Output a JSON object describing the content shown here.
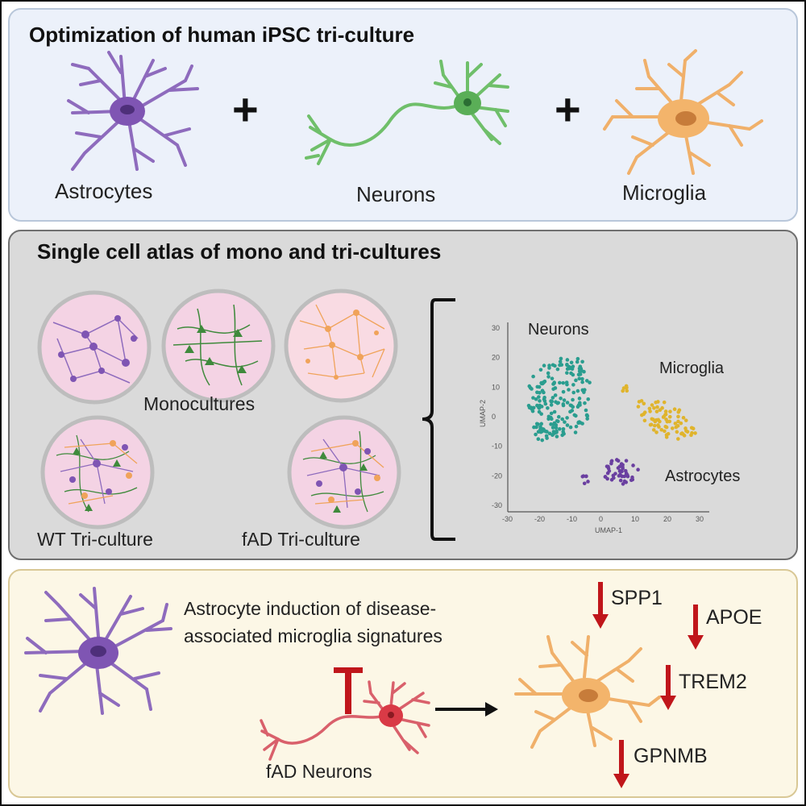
{
  "panel1": {
    "title": "Optimization of human iPSC tri-culture",
    "cells": [
      "Astrocytes",
      "Neurons",
      "Microglia"
    ],
    "plus": "+"
  },
  "panel2": {
    "title": "Single cell atlas of mono and tri-cultures",
    "monocultures_label": "Monocultures",
    "wt_label": "WT Tri-culture",
    "fad_label": "fAD Tri-culture",
    "umap": {
      "xlabel": "UMAP-1",
      "ylabel": "UMAP-2",
      "x_ticks": [
        "-30",
        "-20",
        "-10",
        "0",
        "10",
        "20",
        "30"
      ],
      "y_ticks": [
        "30",
        "20",
        "10",
        "0",
        "-10",
        "-20",
        "-30"
      ],
      "cluster_labels": [
        "Neurons",
        "Microglia",
        "Astrocytes"
      ],
      "colors": {
        "neurons": "#2a9d8f",
        "microglia": "#e0b42c",
        "astrocytes": "#6a3fa0"
      }
    }
  },
  "panel3": {
    "text_line1": "Astrocyte induction of disease-",
    "text_line2": "associated microglia signatures",
    "fad_neurons": "fAD Neurons",
    "genes": [
      "SPP1",
      "APOE",
      "TREM2",
      "GPNMB"
    ],
    "arrow_color": "#c0161b"
  }
}
